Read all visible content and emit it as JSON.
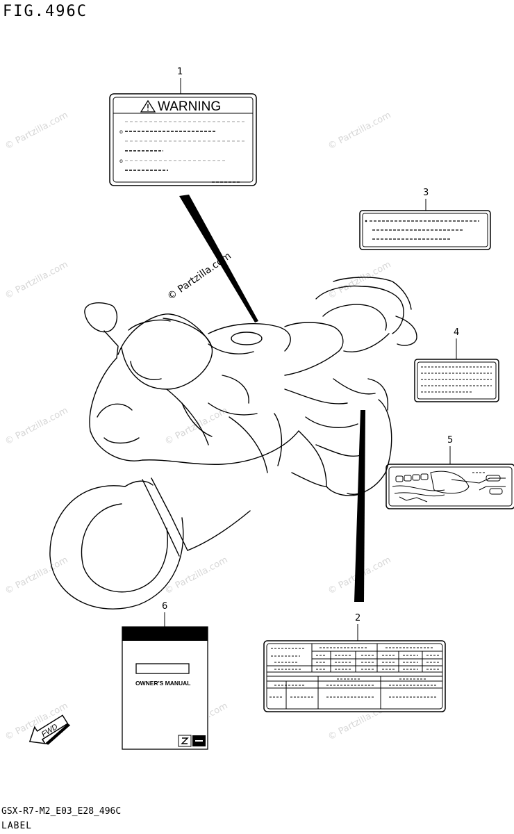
{
  "header": {
    "fig_title": "FIG.496C"
  },
  "footer": {
    "code": "GSX-R7-M2_E03_E28_496C",
    "section": "LABEL"
  },
  "callouts": [
    "1",
    "2",
    "3",
    "4",
    "5",
    "6"
  ],
  "warning_label": {
    "title": "WARNING",
    "bullet": "o"
  },
  "manual": {
    "title": "OWNER'S MANUAL"
  },
  "fwd_arrow": {
    "text": "FWD"
  },
  "watermark": {
    "text": "© Partzilla.com"
  },
  "colors": {
    "line": "#000000",
    "watermark": "#d8d8d8",
    "background": "#ffffff"
  }
}
